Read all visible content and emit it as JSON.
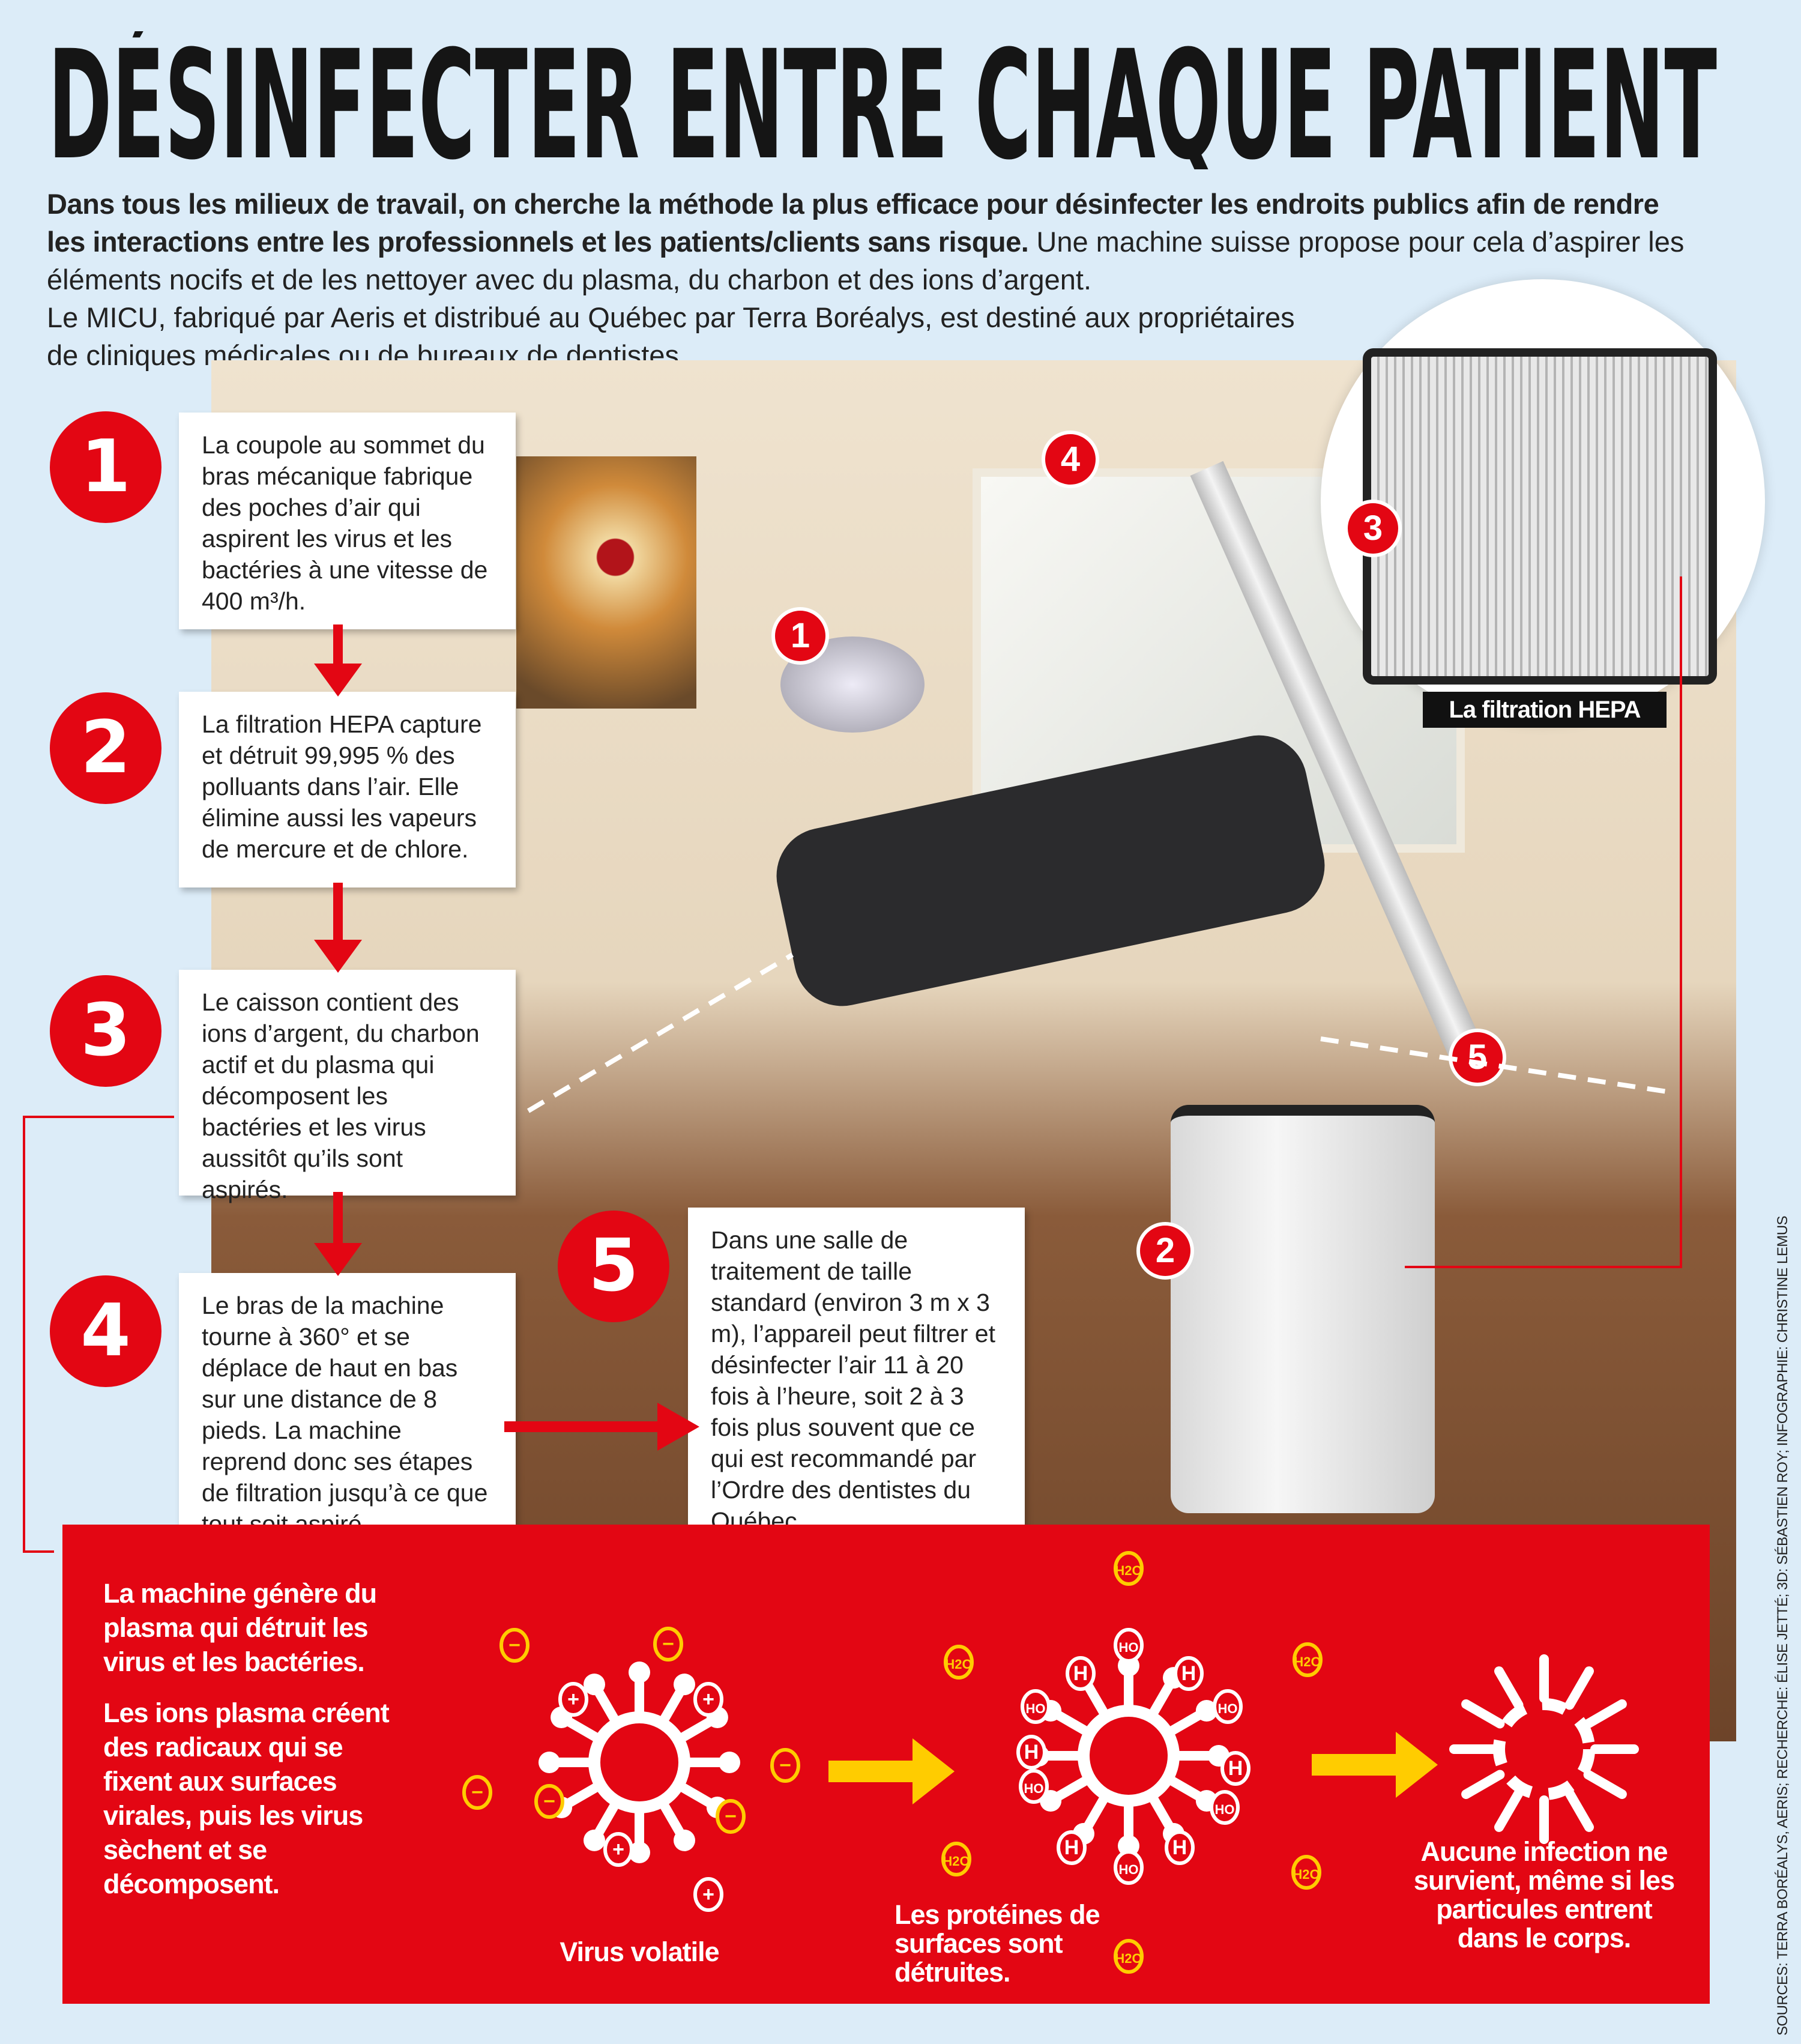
{
  "title": "DÉSINFECTER ENTRE CHAQUE PATIENT",
  "intro": {
    "bold": "Dans tous les milieux de travail, on cherche la méthode la plus efficace pour désinfecter les endroits publics afin de rendre les interactions entre les professionnels et les patients/clients sans risque.",
    "regular": " Une machine suisse propose pour cela d’aspirer les éléments nocifs et de les nettoyer avec du plasma, du charbon et des ions d’argent.",
    "line2": "Le MICU, fabriqué par Aeris et distribué au Québec par Terra Boréalys, est destiné aux propriétaires",
    "line3": "de cliniques médicales ou de bureaux de dentistes."
  },
  "steps": [
    {
      "num": "1",
      "text": "La coupole au sommet du bras mécanique fabrique des poches d’air qui aspirent les virus et les bactéries à une vitesse de 400 m³/h."
    },
    {
      "num": "2",
      "text": "La filtration HEPA capture et détruit 99,995 % des polluants dans l’air. Elle élimine aussi les vapeurs de mercure et de chlore."
    },
    {
      "num": "3",
      "text": "Le caisson contient des ions d’argent, du charbon actif et du plasma qui décomposent les bactéries et les virus aussitôt qu’ils sont aspirés."
    },
    {
      "num": "4",
      "text": "Le bras de la machine tourne à 360° et se déplace de haut en bas sur une distance de 8 pieds. La machine reprend donc ses étapes de filtration jusqu’à ce que tout soit aspiré."
    },
    {
      "num": "5",
      "text": "Dans une salle de traitement de taille standard (environ 3 m x 3 m), l’appareil peut filtrer et désinfecter l’air 11 à 20 fois à l’heure, soit 2 à 3 fois plus souvent que ce qui est recommandé par l’Ordre des dentistes du Québec."
    }
  ],
  "photo_markers": [
    "1",
    "2",
    "3",
    "4",
    "5"
  ],
  "hepa_label": "La filtration HEPA",
  "panel": {
    "p1": "La machine génère du plasma qui détruit les virus et les bactéries.",
    "p2": "Les ions plasma créent des radicaux qui se fixent aux surfaces virales, puis les virus sèchent et se décomposent.",
    "virus1_label": "Virus volatile",
    "virus2_label": "Les protéines de surfaces sont détruites.",
    "virus3_label": "Aucune infection ne survient, même si les particules entrent dans le corps.",
    "molecules": {
      "plus": "+",
      "minus": "−",
      "water": "H2O",
      "hydroxyl": "HO",
      "hydrogen": "H"
    }
  },
  "credits": "SOURCES: TERRA BORÉALYS, AERIS; RECHERCHE: ÉLISE JETTÉ; 3D: SÉBASTIEN ROY; INFOGRAPHIE: CHRISTINE LEMUS",
  "colors": {
    "red": "#e30613",
    "yellow": "#ffcc00",
    "background": "#dcecf8"
  }
}
